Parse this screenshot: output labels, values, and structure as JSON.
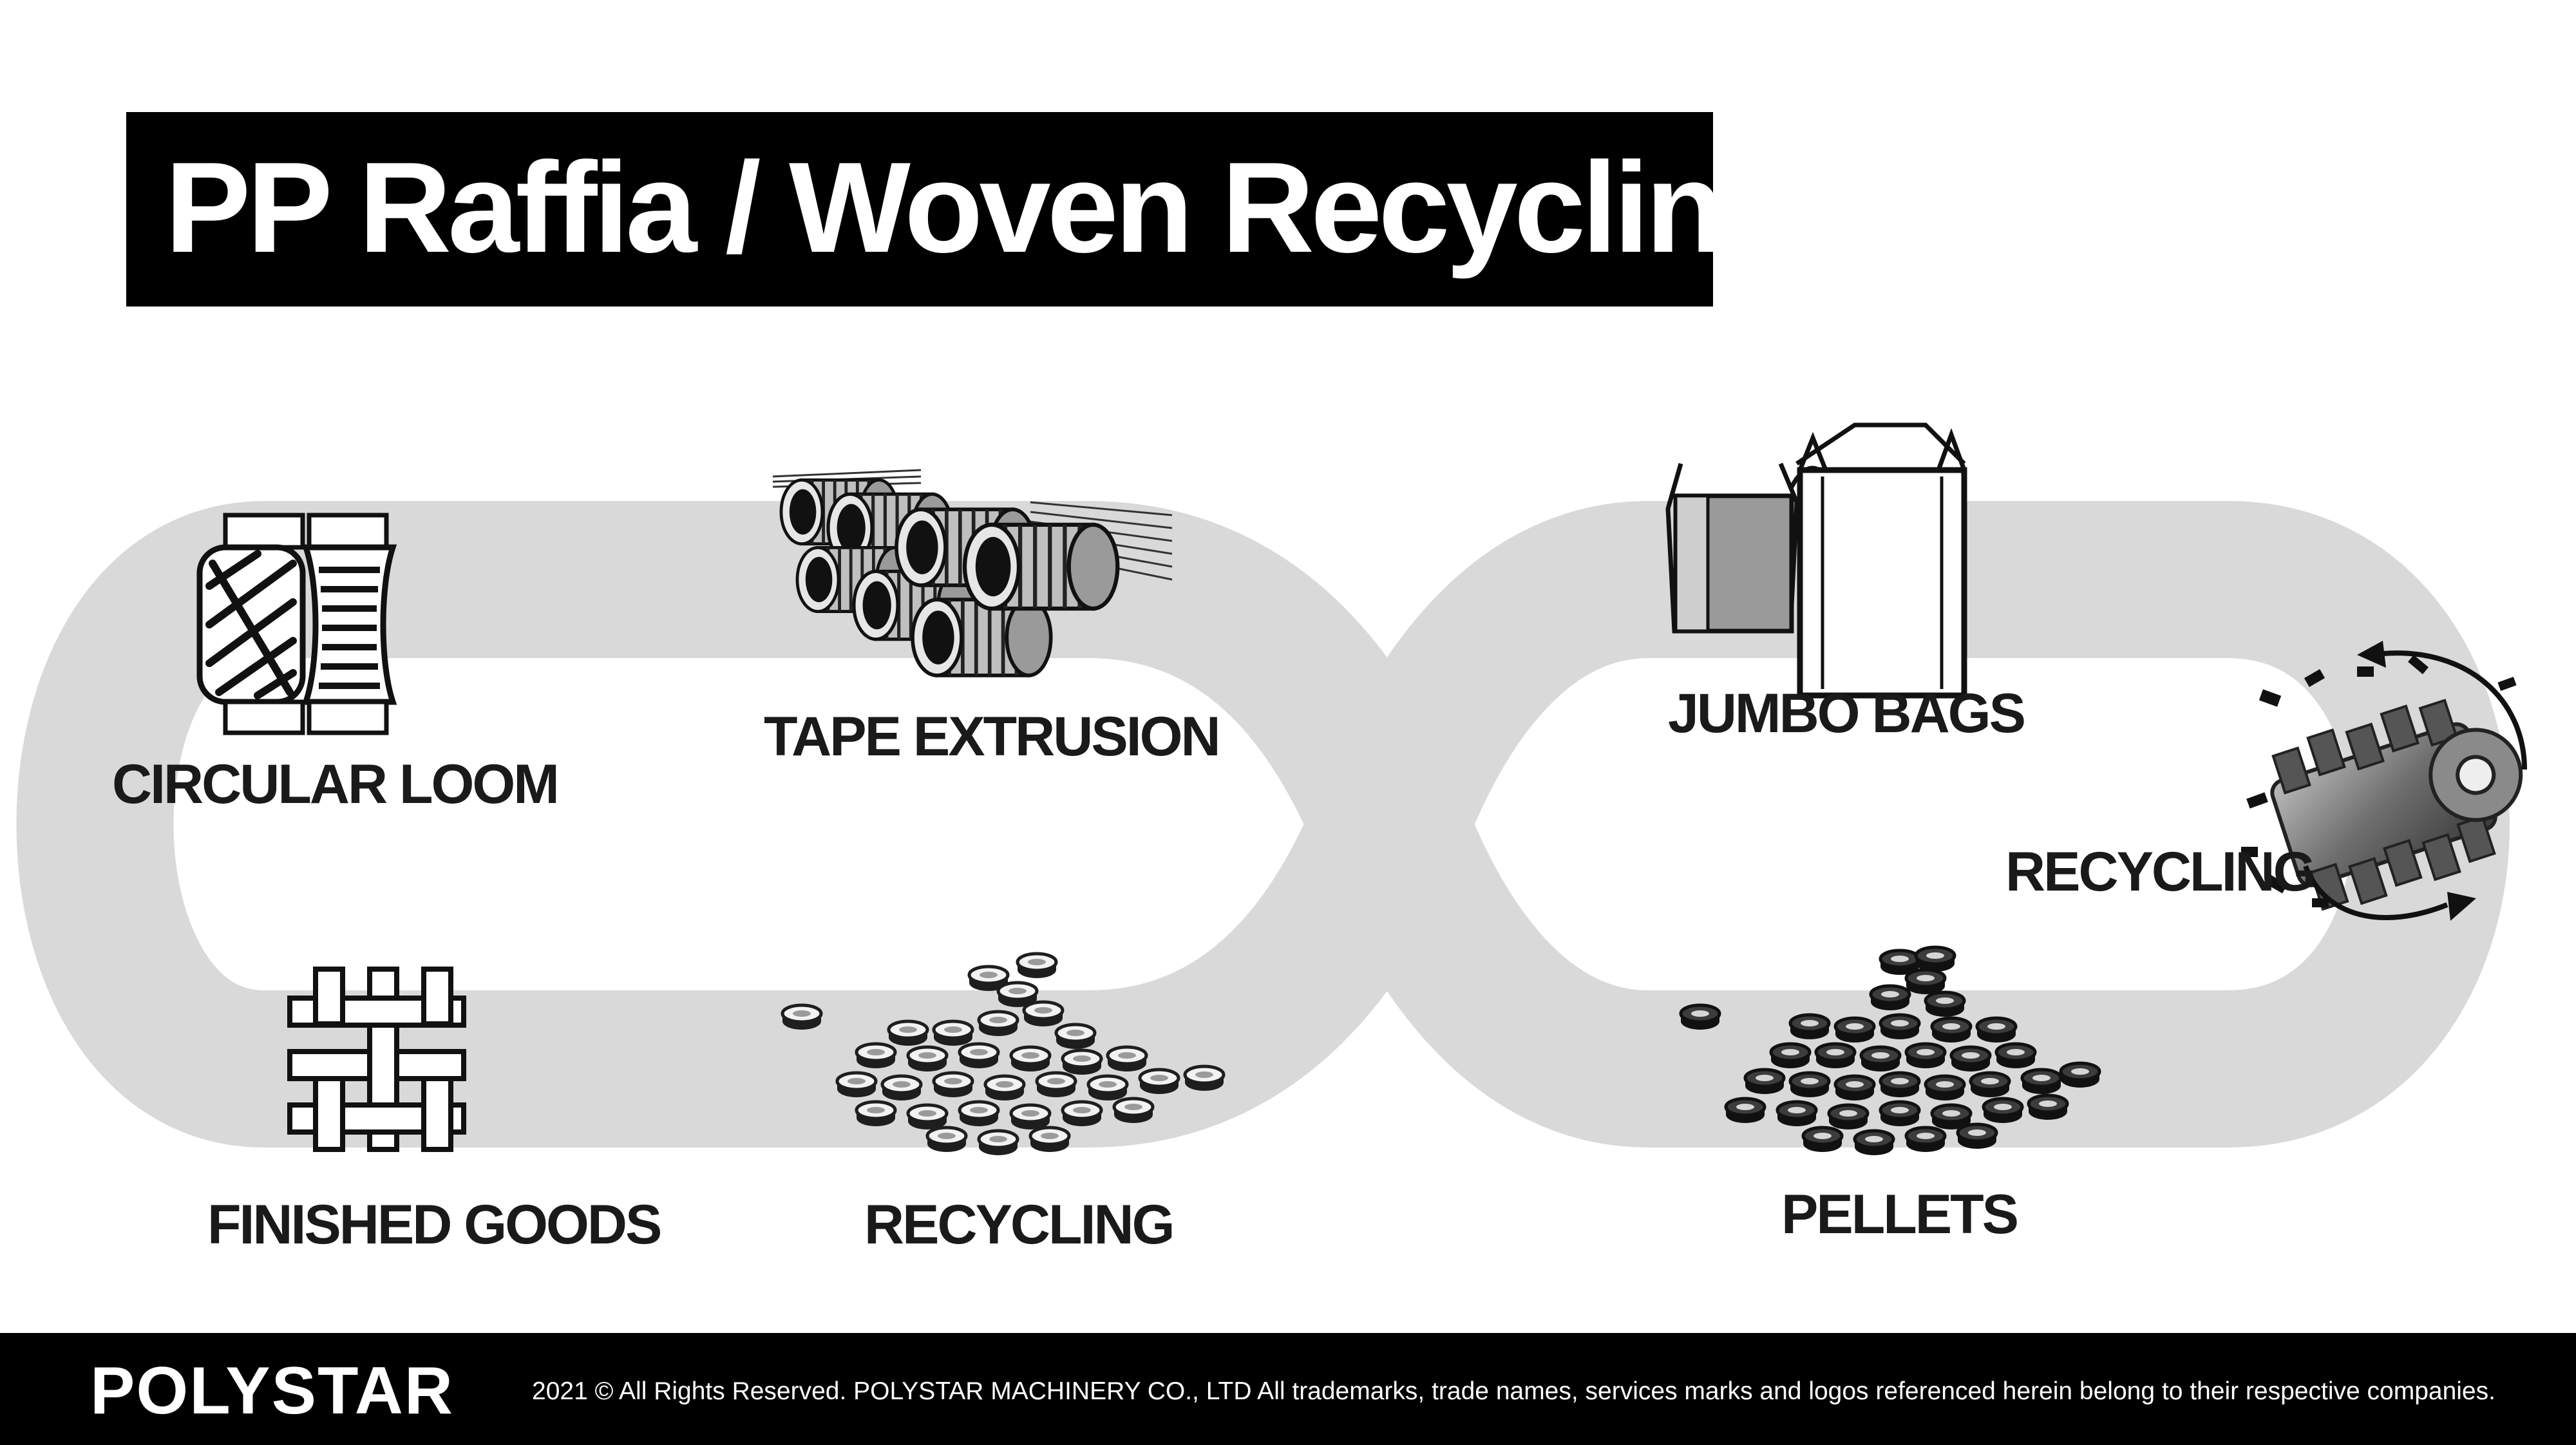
{
  "title": "PP Raffia / Woven Recycling",
  "stages": [
    {
      "label": "CIRCULAR LOOM",
      "icon": "spool-icon"
    },
    {
      "label": "TAPE EXTRUSION",
      "icon": "tape-roll-icon"
    },
    {
      "label": "JUMBO BAGS",
      "icon": "jumbo-bag-icon"
    },
    {
      "label": "RECYCLING",
      "icon": "shredder-icon"
    },
    {
      "label": "PELLETS",
      "icon": "pellet-pile-icon"
    },
    {
      "label": "RECYCLING",
      "icon": "pellet-pile-icon"
    },
    {
      "label": "FINISHED GOODS",
      "icon": "woven-fabric-icon"
    }
  ],
  "footer": {
    "brand": "POLYSTAR",
    "copyright": "2021 © All Rights Reserved. POLYSTAR MACHINERY CO., LTD  All trademarks, trade names, services marks and logos referenced herein belong to their respective companies."
  },
  "colors": {
    "loop": "#d9d9d9",
    "title_bg": "#000000",
    "footer_bg": "#000000",
    "ink": "#1a1a1a"
  }
}
